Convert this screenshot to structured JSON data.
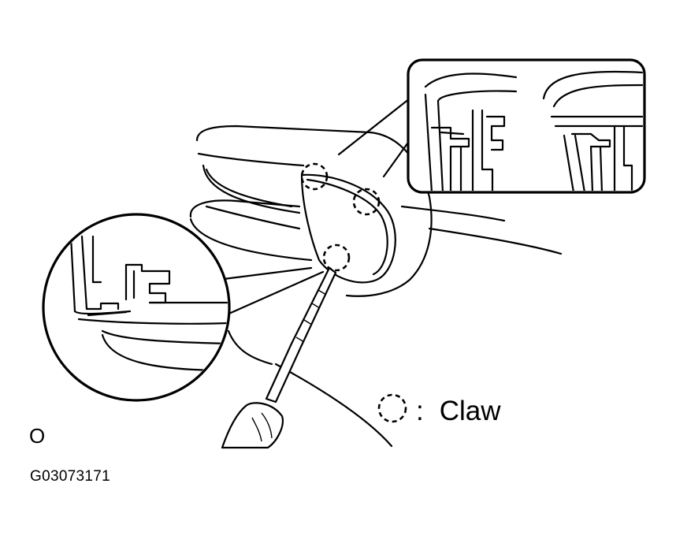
{
  "legend": {
    "symbol_icon": "dashed-circle-icon",
    "separator": ":",
    "label": "Claw"
  },
  "view_mark": "O",
  "figure_code": "G03073171"
}
